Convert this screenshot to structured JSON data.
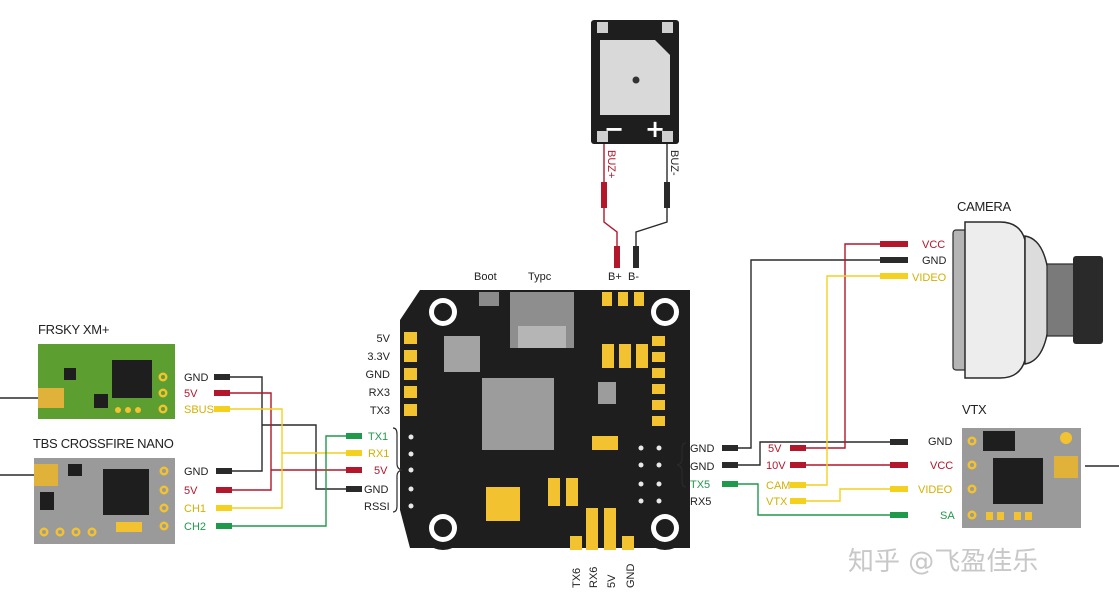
{
  "colors": {
    "red": "#b3172b",
    "yellow": "#f4d11e",
    "green": "#1f9a4a",
    "black": "#2a2a2a",
    "gold": "#f2c230",
    "board": "#1e1e1e",
    "receiver_green": "#5c9e2f",
    "module_gray": "#9a9a9a"
  },
  "buzzer": {
    "minus": "−",
    "plus": "+",
    "wire_pos": "BUZ+",
    "wire_neg": "BUZ-",
    "pad_pos": "B+",
    "pad_neg": "B-"
  },
  "fc": {
    "boot": "Boot",
    "usb": "Typc",
    "left_pads": [
      "5V",
      "3.3V",
      "GND",
      "RX3",
      "TX3"
    ],
    "left_bottom": [
      "TX1",
      "RX1",
      "5V",
      "GND",
      "RSSI"
    ],
    "bottom_pads": [
      "TX6",
      "RX6",
      "5V",
      "GND"
    ],
    "right_pads": [
      "GND",
      "GND",
      "TX5",
      "RX5"
    ]
  },
  "frsky": {
    "title": "FRSKY XM+",
    "pins": [
      "GND",
      "5V",
      "SBUS"
    ]
  },
  "crossfire": {
    "title": "TBS CROSSFIRE NANO",
    "pins": [
      "GND",
      "5V",
      "CH1",
      "CH2"
    ]
  },
  "camera": {
    "title": "CAMERA",
    "pins": [
      "VCC",
      "GND",
      "VIDEO"
    ]
  },
  "vtx": {
    "title": "VTX",
    "pins": [
      "GND",
      "VCC",
      "VIDEO",
      "SA"
    ]
  },
  "mid_labels": [
    "5V",
    "10V",
    "CAM",
    "VTX"
  ],
  "watermark": "知乎 @飞盈佳乐"
}
